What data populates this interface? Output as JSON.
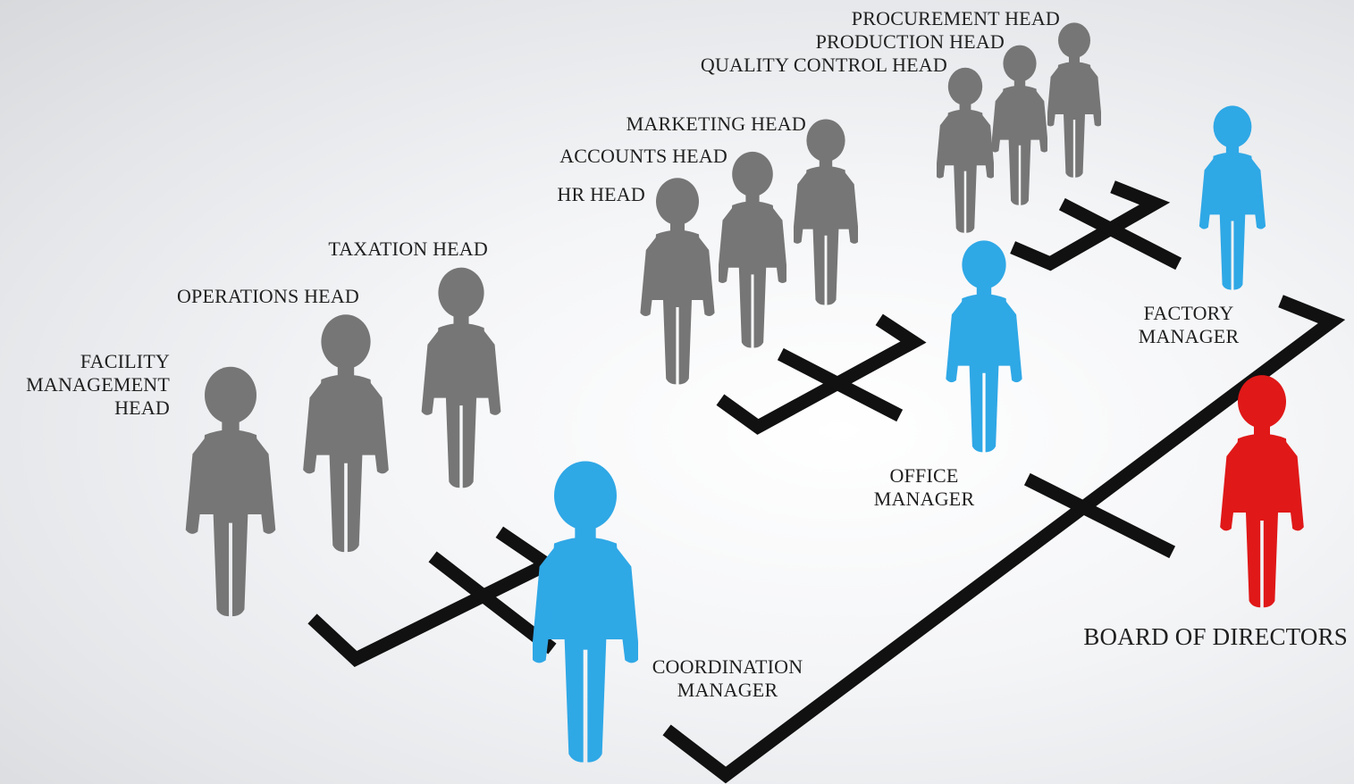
{
  "colors": {
    "head": "#767676",
    "manager": "#2fa8e6",
    "board": "#e01818",
    "connector": "#111111"
  },
  "figure_icon": "person-figure-icon",
  "labels": {
    "procurement_head": "PROCUREMENT HEAD",
    "production_head": "PRODUCTION HEAD",
    "quality_control_head": "QUALITY CONTROL HEAD",
    "marketing_head": "MARKETING HEAD",
    "accounts_head": "ACCOUNTS HEAD",
    "hr_head": "HR HEAD",
    "taxation_head": "TAXATION HEAD",
    "operations_head": "OPERATIONS HEAD",
    "facility_management_head": [
      "FACILITY",
      "MANAGEMENT",
      "HEAD"
    ],
    "factory_manager": [
      "FACTORY",
      "MANAGER"
    ],
    "office_manager": [
      "OFFICE",
      "MANAGER"
    ],
    "coordination_manager": [
      "COORDINATION",
      "MANAGER"
    ],
    "board_of_directors": "BOARD OF DIRECTORS"
  }
}
